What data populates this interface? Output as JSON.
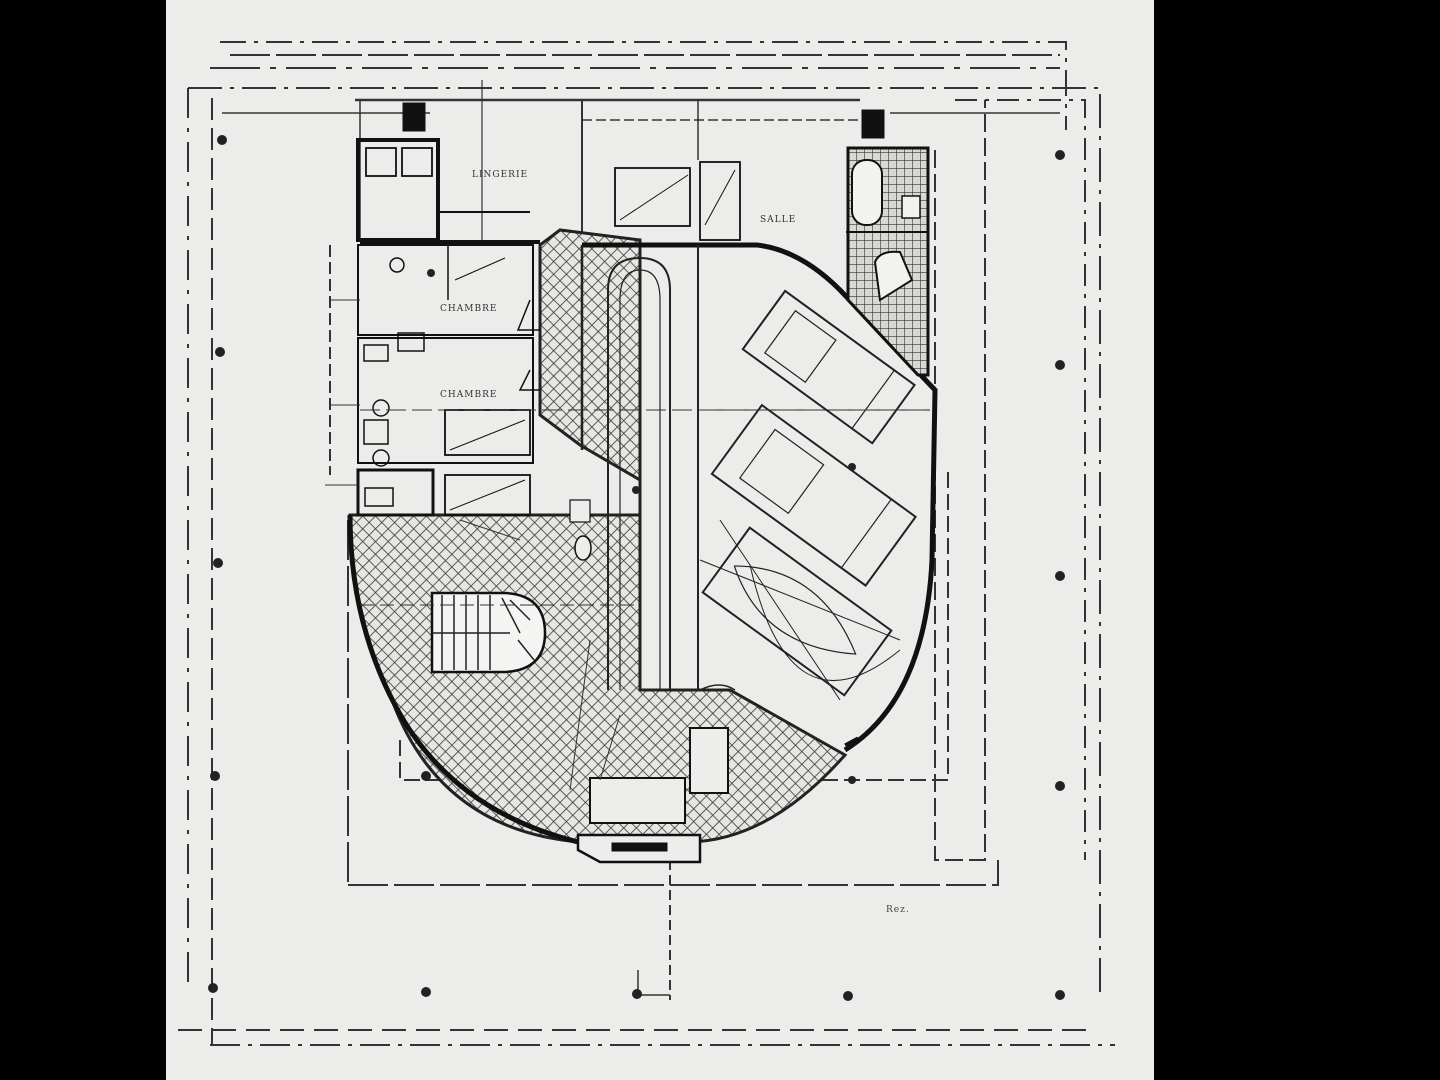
{
  "drawing": {
    "labels": {
      "top_left_room": "LINGERIE",
      "top_right_room": "SALLE",
      "room_upper": "CHAMBRE",
      "room_lower": "CHAMBRE",
      "scale_note": "Rez."
    }
  }
}
